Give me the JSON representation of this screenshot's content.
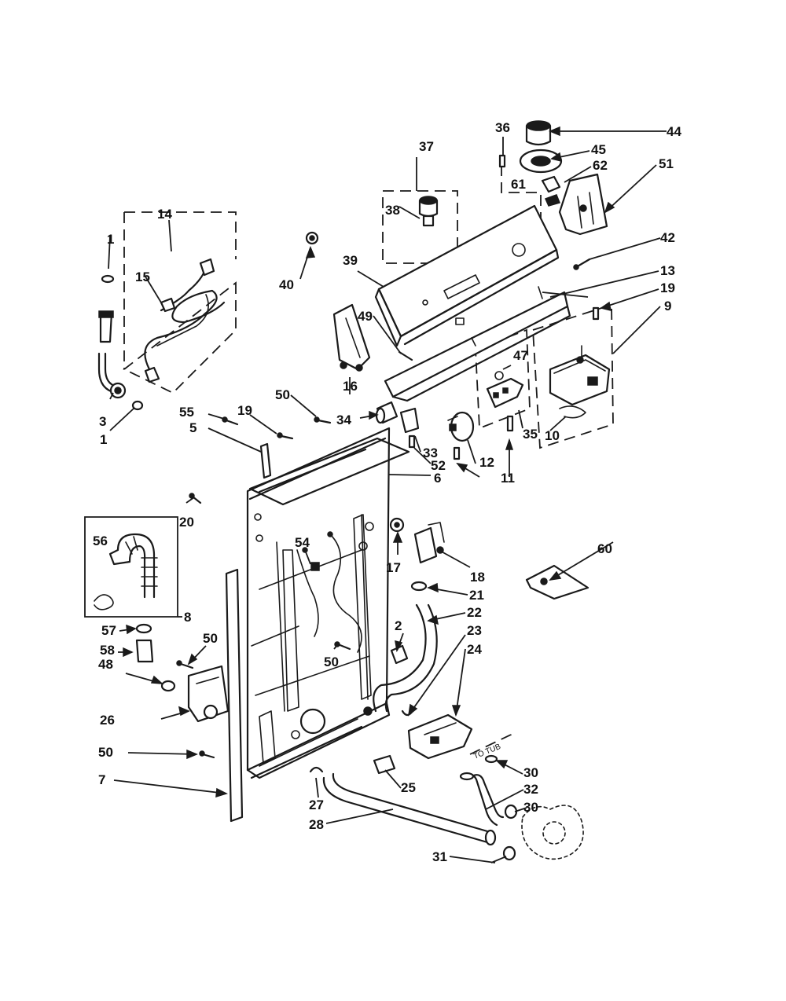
{
  "callouts": {
    "c1a": "1",
    "c1b": "1",
    "c2": "2",
    "c3": "3",
    "c5": "5",
    "c6": "6",
    "c7": "7",
    "c8": "8",
    "c9": "9",
    "c10": "10",
    "c11": "11",
    "c12": "12",
    "c13": "13",
    "c14": "14",
    "c15": "15",
    "c16": "16",
    "c17": "17",
    "c18": "18",
    "c19a": "19",
    "c19b": "19",
    "c20": "20",
    "c21": "21",
    "c22": "22",
    "c23": "23",
    "c24": "24",
    "c25": "25",
    "c26": "26",
    "c27": "27",
    "c28": "28",
    "c30a": "30",
    "c30b": "30",
    "c31": "31",
    "c32": "32",
    "c33": "33",
    "c34": "34",
    "c35": "35",
    "c36": "36",
    "c37": "37",
    "c38": "38",
    "c39": "39",
    "c40": "40",
    "c42": "42",
    "c44": "44",
    "c45": "45",
    "c47": "47",
    "c48": "48",
    "c49": "49",
    "c50a": "50",
    "c50b": "50",
    "c50c": "50",
    "c50d": "50",
    "c51": "51",
    "c52": "52",
    "c54": "54",
    "c55": "55",
    "c56": "56",
    "c57": "57",
    "c58": "58",
    "c60": "60",
    "c61": "61",
    "c62": "62"
  },
  "annotations": {
    "to_tub": "TO TUB"
  },
  "colors": {
    "ink": "#1a1a1a",
    "paper": "#ffffff"
  }
}
